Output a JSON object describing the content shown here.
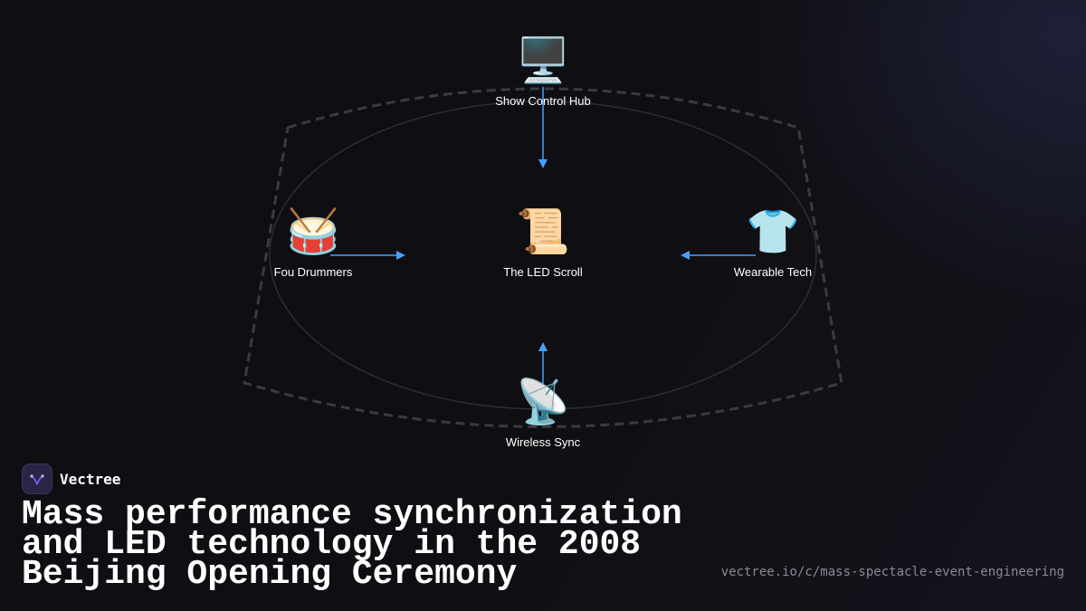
{
  "diagram": {
    "nodes": [
      {
        "id": "hub",
        "icon": "🖥️",
        "icon_name": "desktop-computer-icon",
        "label": "Show Control Hub"
      },
      {
        "id": "drummers",
        "icon": "🥁",
        "icon_name": "drum-icon",
        "label": "Fou Drummers"
      },
      {
        "id": "scroll",
        "icon": "📜",
        "icon_name": "scroll-icon",
        "label": "The LED Scroll"
      },
      {
        "id": "wearable",
        "icon": "👕",
        "icon_name": "t-shirt-icon",
        "label": "Wearable Tech"
      },
      {
        "id": "sync",
        "icon": "📡",
        "icon_name": "satellite-dish-icon",
        "label": "Wireless Sync"
      }
    ],
    "edges": [
      {
        "from": "hub",
        "to": "scroll"
      },
      {
        "from": "drummers",
        "to": "scroll"
      },
      {
        "from": "wearable",
        "to": "scroll"
      },
      {
        "from": "sync",
        "to": "scroll"
      }
    ],
    "arrow_color": "#4a9eff"
  },
  "brand": {
    "name": "Vectree",
    "accent": "#8b5cf6"
  },
  "title": "Mass performance synchronization and LED technology in the 2008 Beijing Opening Ceremony",
  "url": "vectree.io/c/mass-spectacle-event-engineering"
}
